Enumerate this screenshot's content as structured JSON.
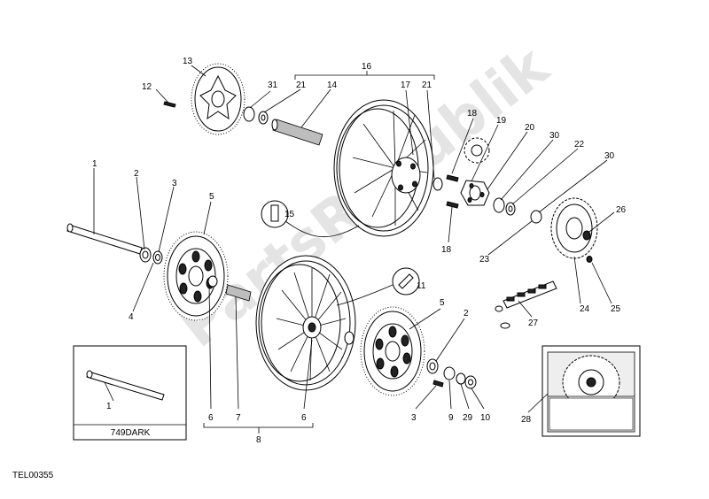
{
  "diagram": {
    "code": "TEL00355",
    "inset_label": "749DARK",
    "watermark": "PartsRepublik",
    "callouts": [
      {
        "id": "c1a",
        "text": "1"
      },
      {
        "id": "c2a",
        "text": "2"
      },
      {
        "id": "c3a",
        "text": "3"
      },
      {
        "id": "c4",
        "text": "4"
      },
      {
        "id": "c5a",
        "text": "5"
      },
      {
        "id": "c6a",
        "text": "6"
      },
      {
        "id": "c7",
        "text": "7"
      },
      {
        "id": "c8",
        "text": "8"
      },
      {
        "id": "c6b",
        "text": "6"
      },
      {
        "id": "c5b",
        "text": "5"
      },
      {
        "id": "c2b",
        "text": "2"
      },
      {
        "id": "c3b",
        "text": "3"
      },
      {
        "id": "c9",
        "text": "9"
      },
      {
        "id": "c29",
        "text": "29"
      },
      {
        "id": "c10",
        "text": "10"
      },
      {
        "id": "c11",
        "text": "11"
      },
      {
        "id": "c12",
        "text": "12"
      },
      {
        "id": "c13",
        "text": "13"
      },
      {
        "id": "c31",
        "text": "31"
      },
      {
        "id": "c21a",
        "text": "21"
      },
      {
        "id": "c14",
        "text": "14"
      },
      {
        "id": "c16",
        "text": "16"
      },
      {
        "id": "c17",
        "text": "17"
      },
      {
        "id": "c21b",
        "text": "21"
      },
      {
        "id": "c15",
        "text": "15"
      },
      {
        "id": "c18a",
        "text": "18"
      },
      {
        "id": "c19",
        "text": "19"
      },
      {
        "id": "c20",
        "text": "20"
      },
      {
        "id": "c30a",
        "text": "30"
      },
      {
        "id": "c22",
        "text": "22"
      },
      {
        "id": "c30b",
        "text": "30"
      },
      {
        "id": "c18b",
        "text": "18"
      },
      {
        "id": "c23",
        "text": "23"
      },
      {
        "id": "c26",
        "text": "26"
      },
      {
        "id": "c24",
        "text": "24"
      },
      {
        "id": "c25",
        "text": "25"
      },
      {
        "id": "c27",
        "text": "27"
      },
      {
        "id": "c28",
        "text": "28"
      },
      {
        "id": "c1b",
        "text": "1"
      }
    ]
  }
}
